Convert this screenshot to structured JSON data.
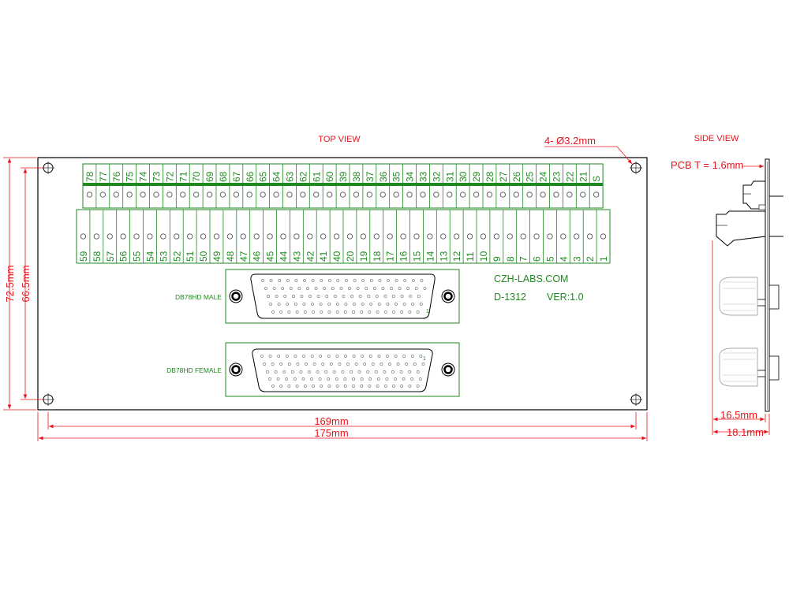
{
  "views": {
    "top_view_label": "TOP VIEW",
    "side_view_label": "SIDE VIEW"
  },
  "board": {
    "hole_note": "4- Ø3.2mm",
    "brand": "CZH-LABS.COM",
    "model": "D-1312",
    "version": "VER:1.0",
    "connector_male_label": "DB78HD MALE",
    "connector_female_label": "DB78HD FEMALE",
    "pin1_mark": "1",
    "top_row_labels": [
      "78",
      "77",
      "76",
      "75",
      "74",
      "73",
      "72",
      "71",
      "70",
      "69",
      "68",
      "67",
      "66",
      "65",
      "64",
      "63",
      "62",
      "61",
      "60",
      "39",
      "38",
      "37",
      "36",
      "35",
      "34",
      "33",
      "32",
      "31",
      "30",
      "29",
      "28",
      "27",
      "26",
      "25",
      "24",
      "23",
      "22",
      "21",
      "S"
    ],
    "bottom_row_labels": [
      "59",
      "58",
      "57",
      "56",
      "55",
      "54",
      "53",
      "52",
      "51",
      "50",
      "49",
      "48",
      "47",
      "46",
      "45",
      "44",
      "43",
      "42",
      "41",
      "40",
      "20",
      "19",
      "18",
      "17",
      "16",
      "15",
      "14",
      "13",
      "12",
      "11",
      "10",
      "9",
      "8",
      "7",
      "6",
      "5",
      "4",
      "3",
      "2",
      "1"
    ]
  },
  "dimensions": {
    "inner_width": "169mm",
    "outer_width": "175mm",
    "outer_height": "72.5mm",
    "inner_height": "66.5mm",
    "pcb_thickness": "PCB  T = 1.6mm",
    "side_depth_1": "16.5mm",
    "side_depth_2": "18.1mm"
  },
  "colors": {
    "dimension": "#e8141c",
    "terminal_green": "#1f8a1f",
    "outline": "#000000"
  }
}
